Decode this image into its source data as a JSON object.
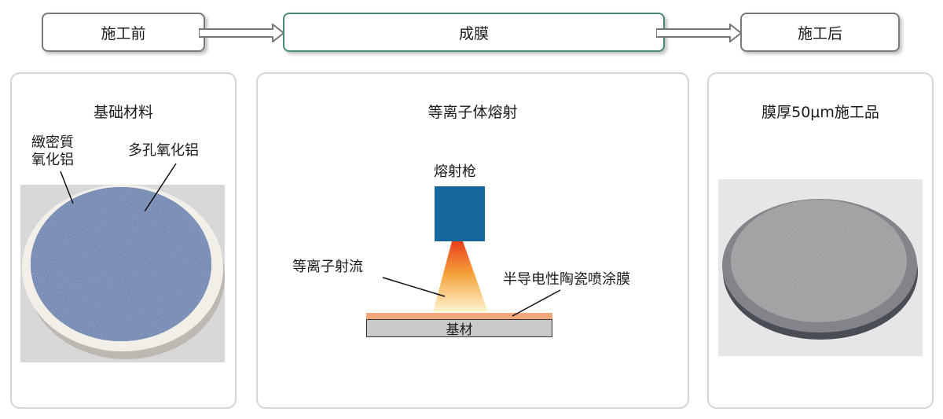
{
  "steps": {
    "before": "施工前",
    "film": "成膜",
    "after": "施工后"
  },
  "panel_left": {
    "title": "基础材料",
    "label_dense_line1": "緻密質",
    "label_dense_line2": "氧化铝",
    "label_porous": "多孔氧化铝"
  },
  "panel_mid": {
    "title": "等离子体熔射",
    "gun_label": "熔射枪",
    "stream_label": "等离子射流",
    "coating_label": "半导电性陶瓷喷涂膜",
    "substrate_label": "基材",
    "colors": {
      "gun": "#14699a",
      "coating": "#f2a77a",
      "substrate": "#c9c9c9"
    }
  },
  "panel_right": {
    "title": "膜厚50μm施工品"
  }
}
